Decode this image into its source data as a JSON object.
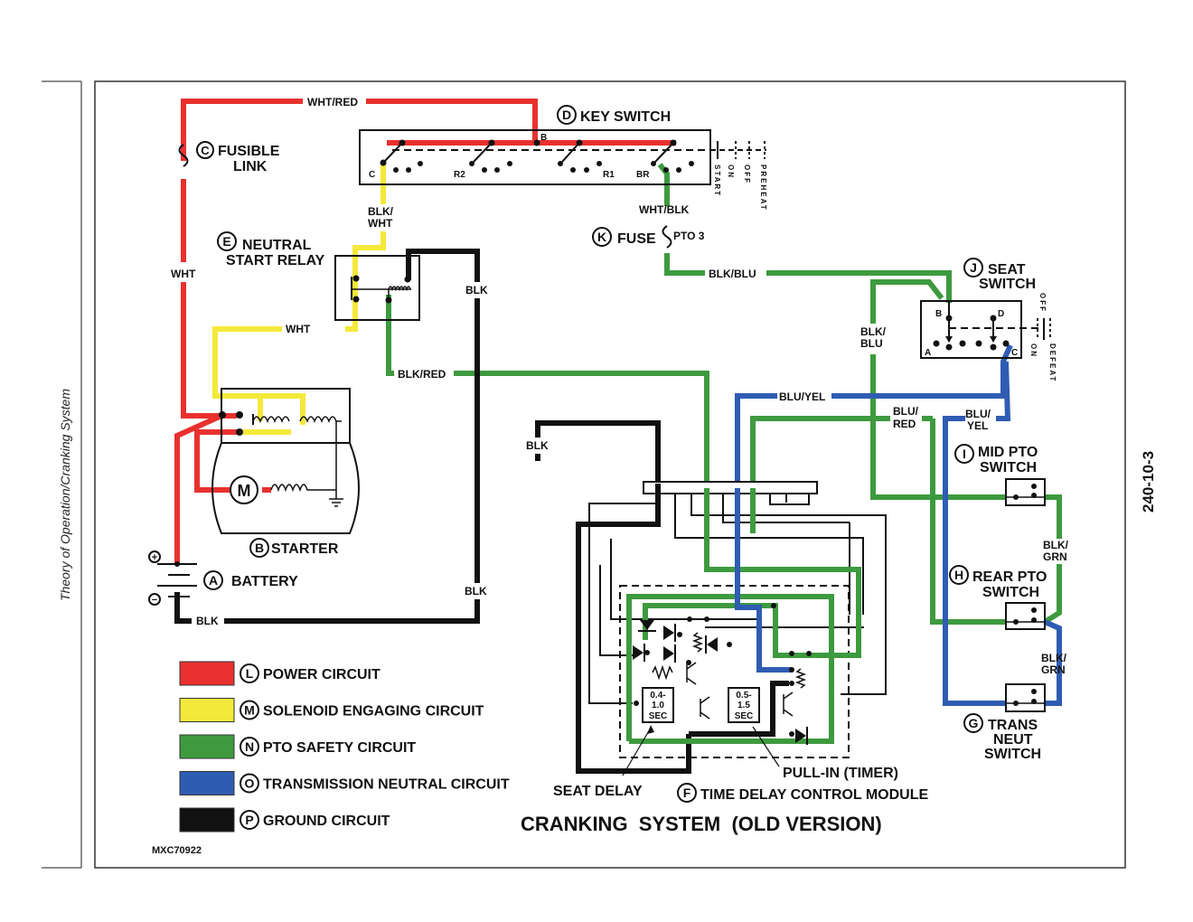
{
  "page": {
    "side_title": "Theory of Operation/Cranking System",
    "page_number": "240-10-3",
    "figure_id": "MXC70922",
    "title": "CRANKING  SYSTEM  (OLD VERSION)"
  },
  "components": {
    "battery": {
      "letter": "A",
      "label": "BATTERY",
      "plus": "+",
      "minus": "−"
    },
    "starter": {
      "letter": "B",
      "label": "STARTER",
      "motor": "M"
    },
    "fusible_link": {
      "letter": "C",
      "line1": "FUSIBLE",
      "line2": "LINK"
    },
    "key_switch": {
      "letter": "D",
      "label": "KEY SWITCH",
      "terminals": {
        "b": "B",
        "c": "C",
        "r2": "R2",
        "r1": "R1",
        "br": "BR"
      },
      "positions": [
        "START",
        "ON",
        "OFF",
        "PREHEAT"
      ]
    },
    "neutral_relay": {
      "letter": "E",
      "line1": "NEUTRAL",
      "line2": "START RELAY"
    },
    "time_delay": {
      "letter": "F",
      "label": "TIME DELAY CONTROL MODULE",
      "seat_delay_label": "SEAT DELAY",
      "pull_in_label": "PULL-IN (TIMER)",
      "timer1": [
        "0.4-",
        "1.0",
        "SEC"
      ],
      "timer2": [
        "0.5-",
        "1.5",
        "SEC"
      ]
    },
    "trans_neut": {
      "letter": "G",
      "line1": "TRANS",
      "line2": "NEUT",
      "line3": "SWITCH"
    },
    "rear_pto": {
      "letter": "H",
      "line1": "REAR PTO",
      "line2": "SWITCH"
    },
    "mid_pto": {
      "letter": "I",
      "line1": "MID PTO",
      "line2": "SWITCH"
    },
    "seat_switch": {
      "letter": "J",
      "line1": "SEAT",
      "line2": "SWITCH",
      "terminals": {
        "a": "A",
        "b": "B",
        "c": "C",
        "d": "D"
      },
      "positions": [
        "OFF",
        "ON",
        "DEFEAT"
      ]
    },
    "fuse": {
      "letter": "K",
      "label": "FUSE",
      "rating": "PTO 3"
    }
  },
  "wire_labels": {
    "wht_red": "WHT/RED",
    "wht": "WHT",
    "blk_wht_1": "BLK/",
    "blk_wht_2": "WHT",
    "wht_relay": "WHT",
    "blk_relay": "BLK",
    "blk_red": "BLK/RED",
    "blk_mid": "BLK",
    "blk_lower": "BLK",
    "blk_bat": "BLK",
    "wht_blk": "WHT/BLK",
    "blk_blu": "BLK/BLU",
    "blk_blu_v1": "BLK/",
    "blk_blu_v2": "BLU",
    "blu_yel": "BLU/YEL",
    "blu_red_1": "BLU/",
    "blu_red_2": "RED",
    "blu_yel_1": "BLU/",
    "blu_yel_2": "YEL",
    "blk_grn_a1": "BLK/",
    "blk_grn_a2": "GRN",
    "blk_grn_b1": "BLK/",
    "blk_grn_b2": "GRN"
  },
  "legend": [
    {
      "letter": "L",
      "label": "POWER CIRCUIT",
      "color": "#e8312f"
    },
    {
      "letter": "M",
      "label": "SOLENOID ENGAGING CIRCUIT",
      "color": "#f4e93a"
    },
    {
      "letter": "N",
      "label": "PTO SAFETY CIRCUIT",
      "color": "#3e9a3f"
    },
    {
      "letter": "O",
      "label": "TRANSMISSION NEUTRAL CIRCUIT",
      "color": "#2f5cb3"
    },
    {
      "letter": "P",
      "label": "GROUND CIRCUIT",
      "color": "#111111"
    }
  ]
}
